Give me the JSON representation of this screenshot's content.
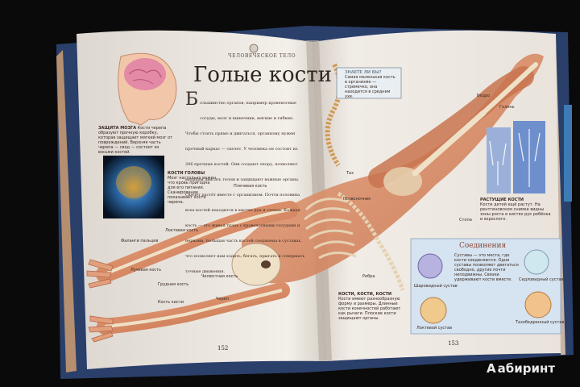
{
  "book": {
    "running_head": "ЧЕЛОВЕЧЕСКОЕ ТЕЛО",
    "title": "Голые кости",
    "intro_dropcap": "Б",
    "intro_text": "ольшинство органов, например кровеносные сосуды, мозг и кишечник, мягкие и гибкие. Чтобы стоять прямо и двигаться, организму нужен прочный каркас — скелет. У человека он состоит из 206 прочных костей. Они создают опору, позволяют мышцам двигать телом и защищают важные органы. Скелет растёт вместе с организмом. Почти половина всех костей находится в кистях рук и стопах. Каждая кость — это живая ткань с кровеносными сосудами и нервами. Большая часть костей соединена в суставах, что позволяет нам ходить, бегать, прыгать и совершать точные движения.",
    "page_left": "152",
    "page_right": "153"
  },
  "left_page": {
    "brain_caption_title": "ЗАЩИТА МОЗГА",
    "brain_caption": "Кости черепа образуют прочную коробку, которая защищает мягкий мозг от повреждений. Верхняя часть черепа — свод — состоит из восьми костей.",
    "scan_caption_title": "КОСТИ ГОЛОВЫ",
    "scan_caption": "Мозг настолько важен, что кровь пригодна для его питания. Сканирование показывает кости черепа.",
    "labels": [
      "Плечевая кость",
      "Локтевая кость",
      "Фаланги пальцев",
      "Лучевая кость",
      "Грудная кость",
      "Череп",
      "Кость кисти",
      "Челюстная кость"
    ]
  },
  "right_page": {
    "did_you_know_title": "ЗНАЕТЕ ЛИ ВЫ?",
    "did_you_know_text": "Самая маленькая кость в организме — стремечко, она находится в среднем ухе.",
    "xray_caption_title": "РАСТУЩИЕ КОСТИ",
    "xray_caption": "Кости детей ещё растут. На рентгеновском снимке видны зоны роста в кистях рук ребёнка и взрослого.",
    "joints_title": "Соединения",
    "joints_text": "Суставы — это места, где кости соединяются. Одни суставы позволяют двигаться свободно, другие почти неподвижны. Связки удерживают кости вместе.",
    "joints": [
      "Шаровидный сустав",
      "Локтевой сустав",
      "Седловидный сустав",
      "Тазобедренный сустав"
    ],
    "bones_box_title": "КОСТИ, КОСТИ, КОСТИ",
    "bones_box_text": "Кости имеют разнообразную форму и размеры. Длинные кости конечностей работают как рычаги. Плоские кости защищают органы.",
    "labels": [
      "Бедро",
      "Таз",
      "Позвоночник",
      "Ребра",
      "Голень",
      "Стопа"
    ]
  },
  "watermark": {
    "icon": "A-logo",
    "text": "абиринт"
  }
}
